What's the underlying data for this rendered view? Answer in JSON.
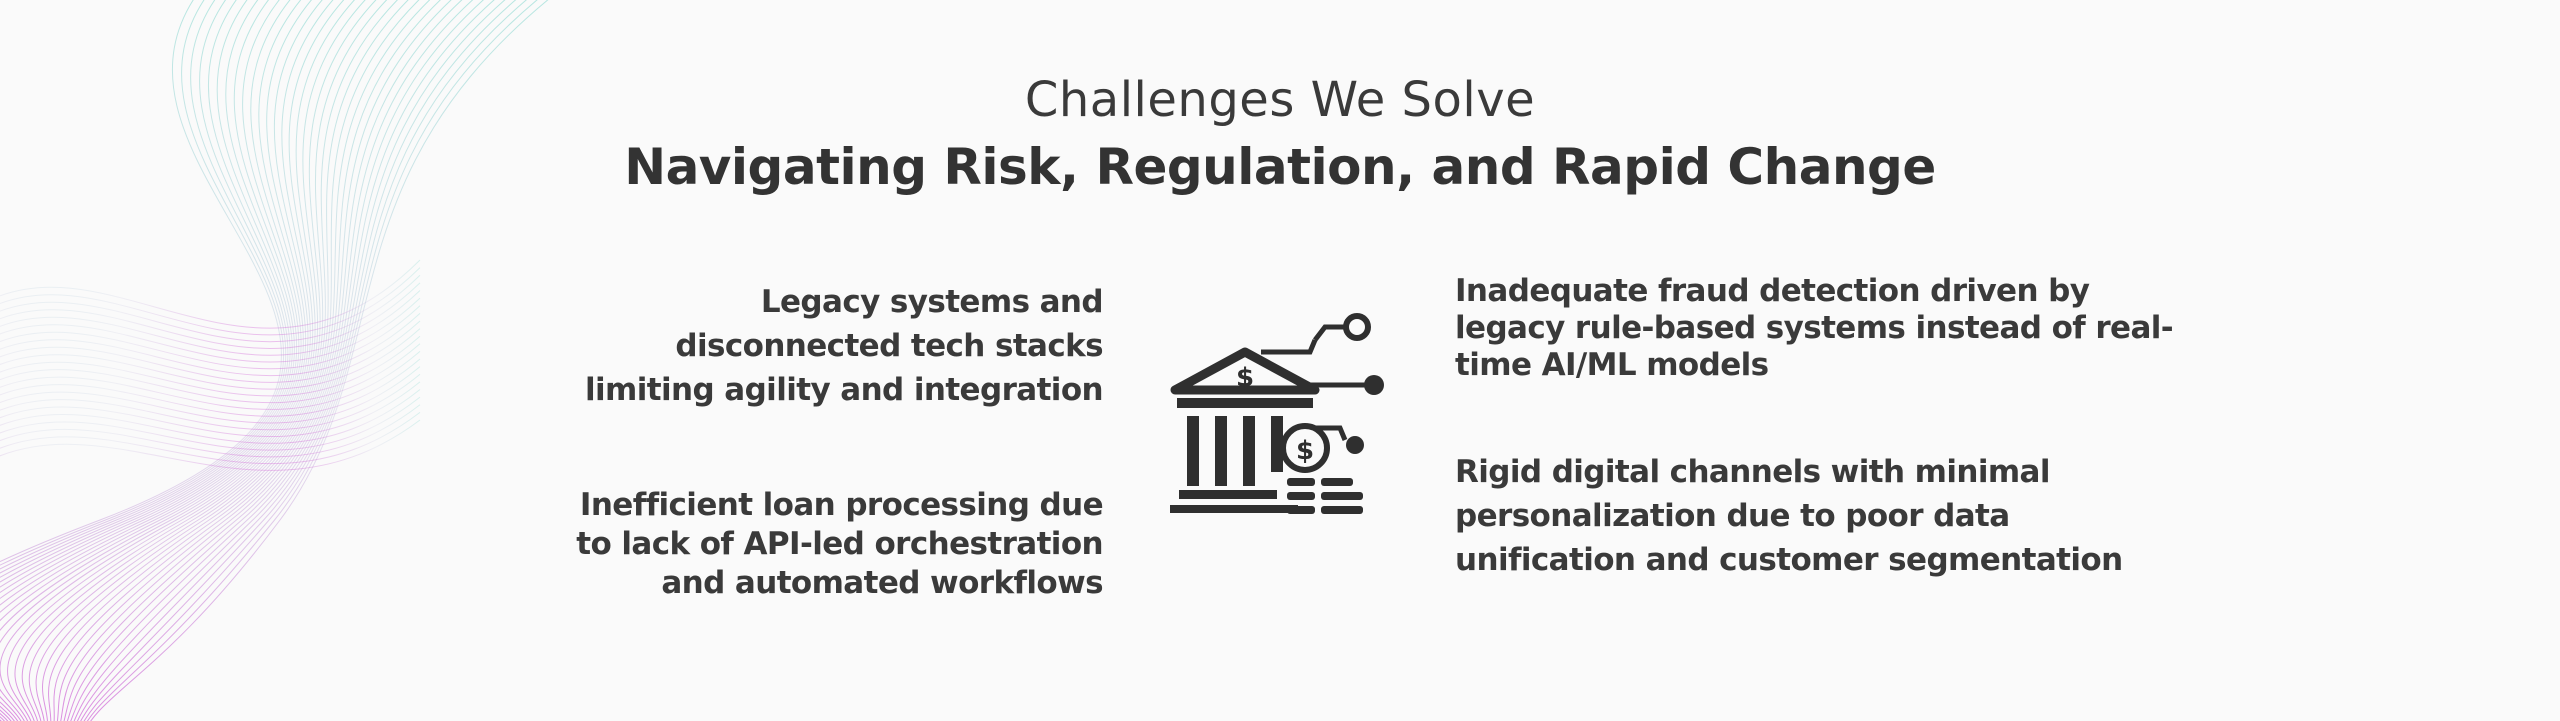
{
  "section": {
    "eyebrow": "Challenges We Solve",
    "title": "Navigating Risk, Regulation, and Rapid Change"
  },
  "challenges": {
    "left": [
      "Legacy systems and disconnected tech stacks limiting agility and integration",
      "Inefficient loan processing due to lack of API-led orchestration and automated workflows"
    ],
    "right": [
      "Inadequate fraud detection driven by legacy rule-based systems instead of real-time AI/ML models",
      "Rigid digital channels with minimal personalization due to poor data unification and customer segmentation"
    ]
  },
  "icons": {
    "center": "bank-network-icon",
    "decor": "wave-lines-decoration"
  },
  "colors": {
    "text": "#333333",
    "background": "#fafafa",
    "wave_teal": "#7fd6cc",
    "wave_magenta": "#d36ad8"
  }
}
